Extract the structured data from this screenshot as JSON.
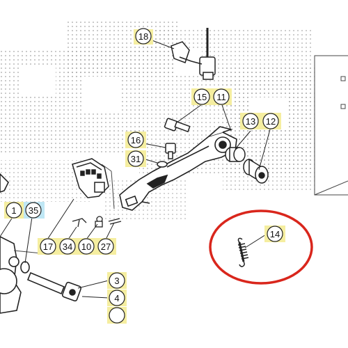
{
  "diagram": {
    "callouts": [
      {
        "id": "c18",
        "label": "18",
        "highlight": "#f5eea0"
      },
      {
        "id": "c15",
        "label": "15",
        "highlight": "#f5eea0"
      },
      {
        "id": "c11",
        "label": "11",
        "highlight": "#f5eea0"
      },
      {
        "id": "c13",
        "label": "13",
        "highlight": "#f5eea0"
      },
      {
        "id": "c12",
        "label": "12",
        "highlight": "#f5eea0"
      },
      {
        "id": "c16",
        "label": "16",
        "highlight": "#f5eea0"
      },
      {
        "id": "c31",
        "label": "31",
        "highlight": "#f5eea0"
      },
      {
        "id": "c1",
        "label": "1",
        "highlight": "#f5eea0"
      },
      {
        "id": "c35",
        "label": "35",
        "highlight": "#bfe7f5"
      },
      {
        "id": "c17",
        "label": "17",
        "highlight": "#f5eea0"
      },
      {
        "id": "c34",
        "label": "34",
        "highlight": "#f5eea0"
      },
      {
        "id": "c10",
        "label": "10",
        "highlight": "#f5eea0"
      },
      {
        "id": "c27",
        "label": "27",
        "highlight": "#f5eea0"
      },
      {
        "id": "c14",
        "label": "14",
        "highlight": "#f5eea0"
      },
      {
        "id": "c3",
        "label": "3",
        "highlight": "#f5eea0"
      },
      {
        "id": "c4",
        "label": "4",
        "highlight": "#f5eea0"
      },
      {
        "id": "c5",
        "label": "",
        "highlight": "#f5eea0"
      }
    ],
    "highlight_ring_color": "#d9261c",
    "line_color": "#222222"
  }
}
